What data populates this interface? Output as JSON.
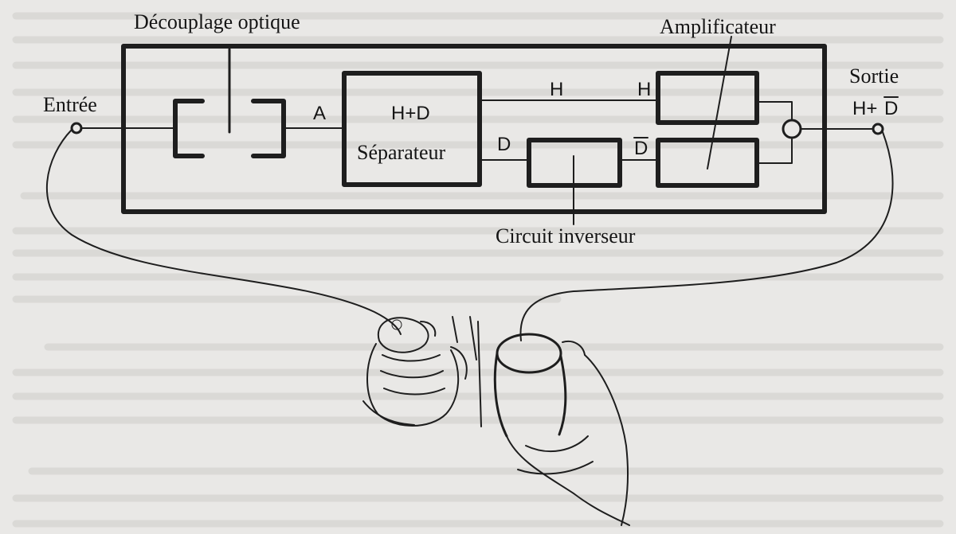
{
  "diagram": {
    "labels": {
      "decouplage": "Découplage optique",
      "amplificateur": "Amplificateur",
      "entree": "Entrée",
      "sortie": "Sortie",
      "separateur": "Séparateur",
      "circuit_inverseur": "Circuit inverseur",
      "signal_a": "A",
      "signal_hd": "H+D",
      "signal_h_top": "H",
      "signal_h_amp": "H",
      "signal_d": "D",
      "signal_dbar": "D",
      "sortie_h": "H+",
      "sortie_dbar": "D"
    }
  }
}
